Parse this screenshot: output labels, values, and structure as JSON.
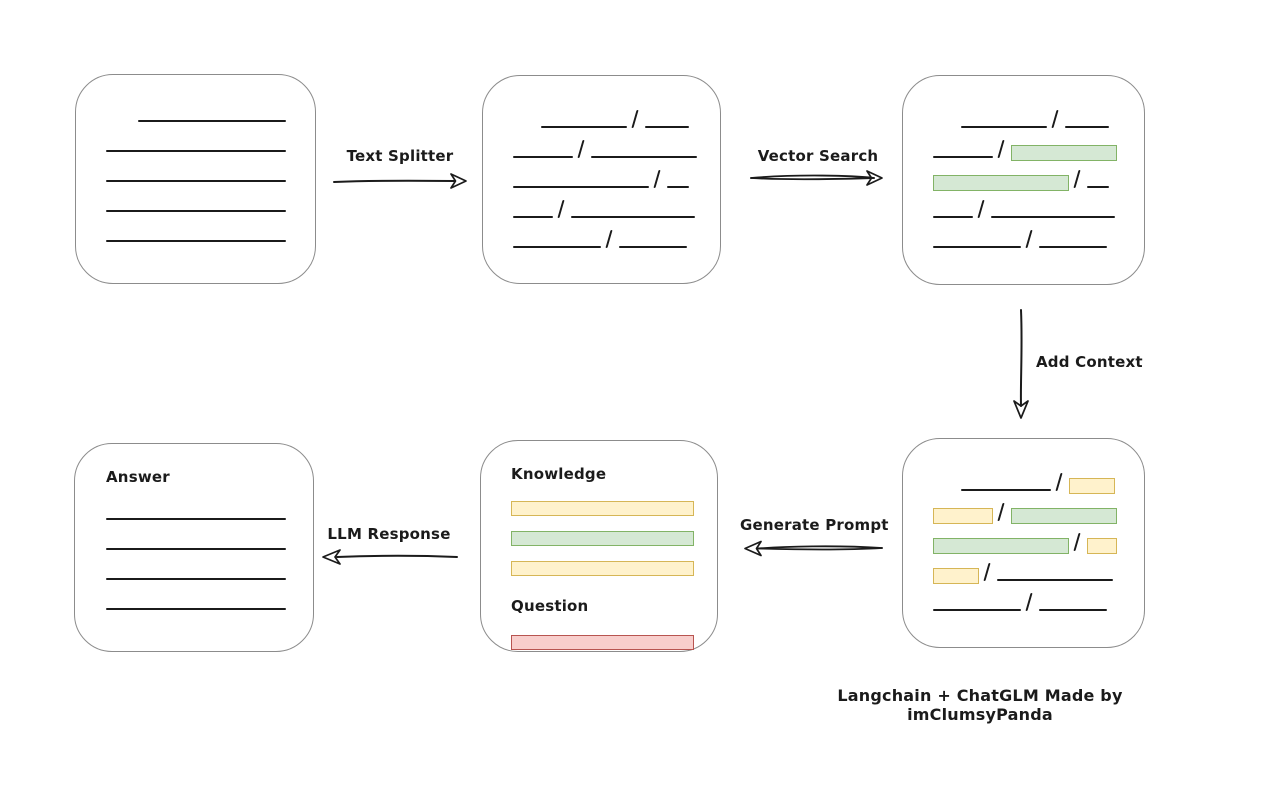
{
  "colors": {
    "box_border": "#8c8c8c",
    "line": "#1b1b1b",
    "green_fill": "#d5e8d4",
    "green_border": "#82b366",
    "yellow_fill": "#fff2cc",
    "yellow_border": "#d6b656",
    "red_fill": "#f8cecc",
    "red_border": "#b85450"
  },
  "labels": {
    "text_splitter": "Text Splitter",
    "vector_search": "Vector Search",
    "add_context": "Add Context",
    "generate_prompt": "Generate Prompt",
    "llm_response": "LLM Response"
  },
  "nodes": {
    "document": {
      "rows": [
        [
          {
            "t": "gap",
            "w": 32
          },
          {
            "t": "line",
            "w": 148
          }
        ],
        [
          {
            "t": "line",
            "w": 180
          }
        ],
        [
          {
            "t": "line",
            "w": 180
          }
        ],
        [
          {
            "t": "line",
            "w": 180
          }
        ],
        [
          {
            "t": "line",
            "w": 180
          }
        ]
      ]
    },
    "split_text": {
      "rows": [
        [
          {
            "t": "gap",
            "w": 28
          },
          {
            "t": "line",
            "w": 86
          },
          {
            "t": "slash"
          },
          {
            "t": "line",
            "w": 44
          }
        ],
        [
          {
            "t": "line",
            "w": 60
          },
          {
            "t": "slash"
          },
          {
            "t": "line",
            "w": 106
          }
        ],
        [
          {
            "t": "line",
            "w": 136
          },
          {
            "t": "slash"
          },
          {
            "t": "line",
            "w": 22
          }
        ],
        [
          {
            "t": "line",
            "w": 40
          },
          {
            "t": "slash"
          },
          {
            "t": "line",
            "w": 124
          }
        ],
        [
          {
            "t": "line",
            "w": 88
          },
          {
            "t": "slash"
          },
          {
            "t": "line",
            "w": 68
          }
        ]
      ]
    },
    "matched_chunks": {
      "rows": [
        [
          {
            "t": "gap",
            "w": 28
          },
          {
            "t": "line",
            "w": 86
          },
          {
            "t": "slash"
          },
          {
            "t": "line",
            "w": 44
          }
        ],
        [
          {
            "t": "line",
            "w": 60
          },
          {
            "t": "slash"
          },
          {
            "t": "green",
            "w": 106
          }
        ],
        [
          {
            "t": "green",
            "w": 136
          },
          {
            "t": "slash"
          },
          {
            "t": "line",
            "w": 22
          }
        ],
        [
          {
            "t": "line",
            "w": 40
          },
          {
            "t": "slash"
          },
          {
            "t": "line",
            "w": 124
          }
        ],
        [
          {
            "t": "line",
            "w": 88
          },
          {
            "t": "slash"
          },
          {
            "t": "line",
            "w": 68
          }
        ]
      ]
    },
    "context_chunks": {
      "rows": [
        [
          {
            "t": "gap",
            "w": 28
          },
          {
            "t": "line",
            "w": 90
          },
          {
            "t": "slash"
          },
          {
            "t": "yellow",
            "w": 46
          }
        ],
        [
          {
            "t": "yellow",
            "w": 60
          },
          {
            "t": "slash"
          },
          {
            "t": "green",
            "w": 106
          }
        ],
        [
          {
            "t": "green",
            "w": 136
          },
          {
            "t": "slash"
          },
          {
            "t": "yellow",
            "w": 30
          }
        ],
        [
          {
            "t": "yellow",
            "w": 46
          },
          {
            "t": "slash"
          },
          {
            "t": "line",
            "w": 116
          }
        ],
        [
          {
            "t": "line",
            "w": 88
          },
          {
            "t": "slash"
          },
          {
            "t": "line",
            "w": 68
          }
        ]
      ]
    },
    "prompt": {
      "knowledge_label": "Knowledge",
      "question_label": "Question",
      "knowledge_bars": [
        [
          {
            "t": "yellow",
            "w": 183
          }
        ],
        [
          {
            "t": "green",
            "w": 183
          }
        ],
        [
          {
            "t": "yellow",
            "w": 183
          }
        ]
      ],
      "question_bars": [
        [
          {
            "t": "red",
            "w": 183
          }
        ]
      ]
    },
    "answer": {
      "label": "Answer",
      "rows": [
        [
          {
            "t": "line",
            "w": 180
          }
        ],
        [
          {
            "t": "line",
            "w": 180
          }
        ],
        [
          {
            "t": "line",
            "w": 180
          }
        ],
        [
          {
            "t": "line",
            "w": 180
          }
        ]
      ]
    }
  },
  "footer": "Langchain + ChatGLM Made by imClumsyPanda"
}
